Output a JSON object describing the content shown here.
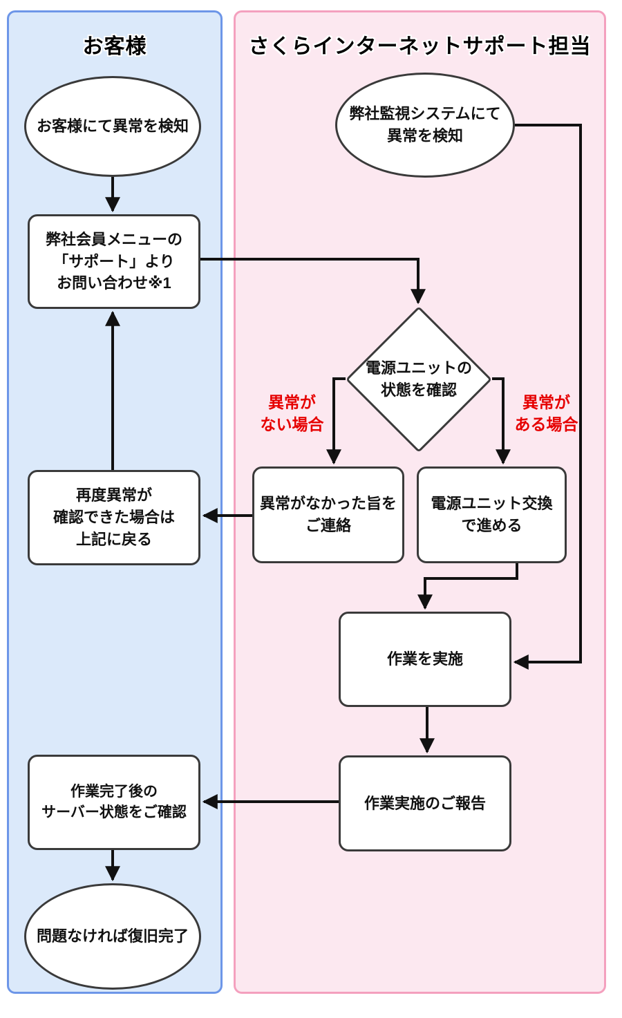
{
  "lanes": {
    "customer": {
      "title": "お客様"
    },
    "support": {
      "title": "さくらインターネットサポート担当"
    }
  },
  "nodes": {
    "customer_detect": {
      "type": "ellipse",
      "text": "お客様にて異常を検知"
    },
    "member_menu_contact": {
      "type": "rect",
      "text": "弊社会員メニューの\n「サポート」より\nお問い合わせ※1"
    },
    "monitoring_detect": {
      "type": "ellipse",
      "text": "弊社監視システムにて\n異常を検知"
    },
    "check_power_unit": {
      "type": "diamond",
      "text": "電源ユニットの\n状態を確認"
    },
    "notify_no_error": {
      "type": "rect",
      "text": "異常がなかった旨を\nご連絡"
    },
    "replace_power_unit": {
      "type": "rect",
      "text": "電源ユニット交換\nで進める"
    },
    "retry_if_error": {
      "type": "rect",
      "text": "再度異常が\n確認できた場合は\n上記に戻る"
    },
    "do_work": {
      "type": "rect",
      "text": "作業を実施"
    },
    "report_work": {
      "type": "rect",
      "text": "作業実施のご報告"
    },
    "check_server_after": {
      "type": "rect",
      "text": "作業完了後の\nサーバー状態をご確認"
    },
    "recovery_complete": {
      "type": "ellipse",
      "text": "問題なければ復旧完了"
    }
  },
  "edge_labels": {
    "no_error": {
      "text": "異常が\nない場合"
    },
    "has_error": {
      "text": "異常が\nある場合"
    }
  },
  "colors": {
    "customer_lane_fill": "#dbe9fa",
    "customer_lane_border": "#6d96e8",
    "support_lane_fill": "#fce8f0",
    "support_lane_border": "#f4a0be",
    "shape_border": "#3a3a3a",
    "connector": "#111111",
    "edge_label_red": "#e60000"
  }
}
